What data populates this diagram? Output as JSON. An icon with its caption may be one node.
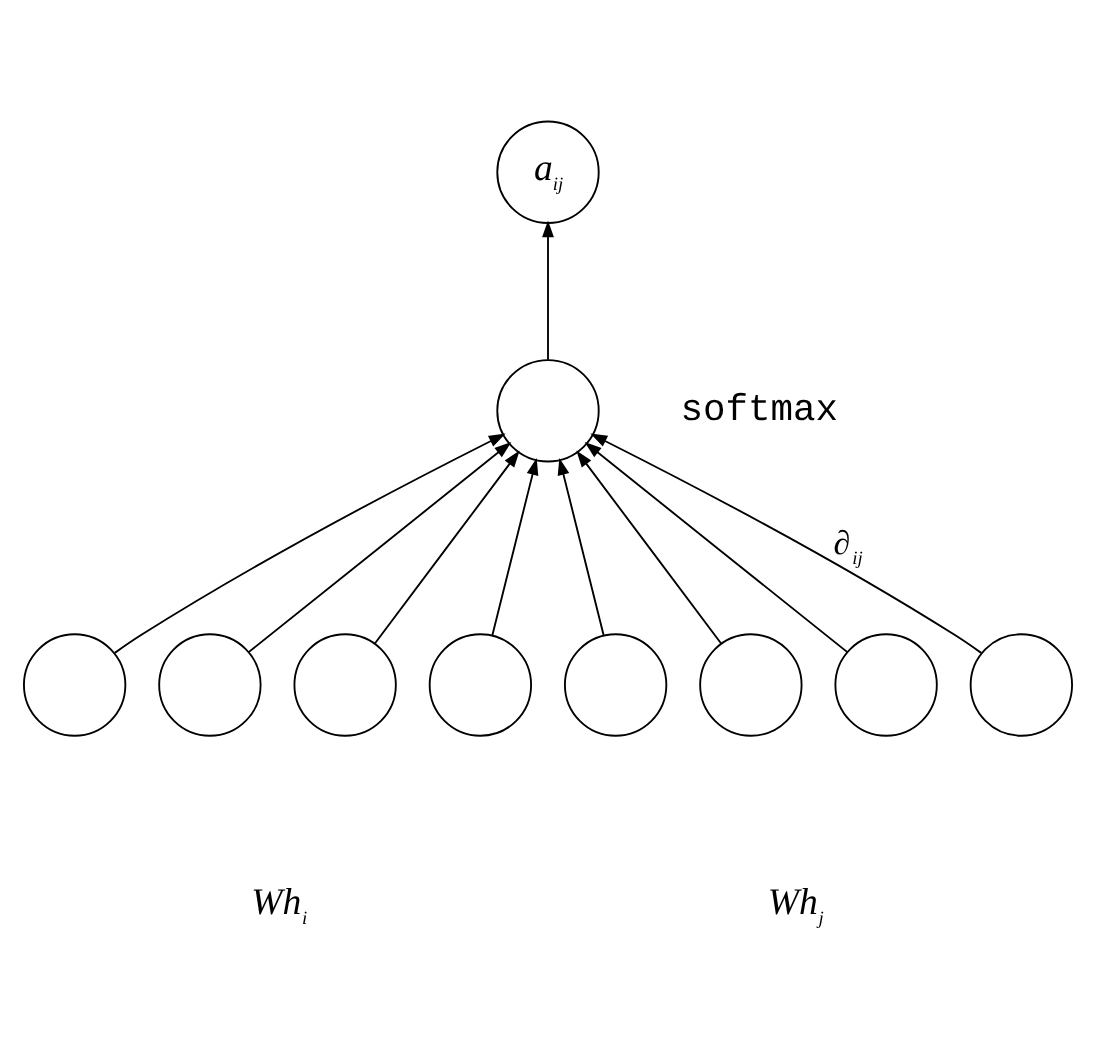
{
  "diagram": {
    "nodes": [
      {
        "text": [
          "*a*$_{ij}$"
        ]
      },
      {
        "text": [],
        "shape": "circle",
        "beside": [
          "softmax"
        ]
      },
      {
        "text": [],
        "shape": "circle"
      },
      {
        "text": [],
        "shape": "circle"
      },
      {
        "text": [],
        "shape": "circle"
      },
      {
        "text": [],
        "shape": "circle"
      },
      {
        "text": [],
        "shape": "circle"
      },
      {
        "text": [],
        "shape": "circle"
      },
      {
        "text": [],
        "shape": "circle"
      },
      {
        "text": [],
        "shape": "circle"
      }
    ],
    "edges": [
      {
        "from": 1,
        "to": 0,
        "arrow": "to"
      },
      {
        "from": 2,
        "to": 1,
        "arrow": "to"
      },
      {
        "from": 3,
        "to": 1,
        "arrow": "to"
      },
      {
        "from": 4,
        "to": 1,
        "arrow": "to"
      },
      {
        "from": 5,
        "to": 1,
        "arrow": "to"
      },
      {
        "from": 6,
        "to": 1,
        "arrow": "to"
      },
      {
        "from": 7,
        "to": 1,
        "arrow": "to"
      },
      {
        "from": 8,
        "to": 1,
        "arrow": "to"
      },
      {
        "from": 9,
        "to": 1,
        "arrow": "to",
        "label": "∂$_{ij}$"
      }
    ],
    "labels": [
      "*Wh*$_{i}$",
      "*Wh*$_{j}$"
    ]
  }
}
